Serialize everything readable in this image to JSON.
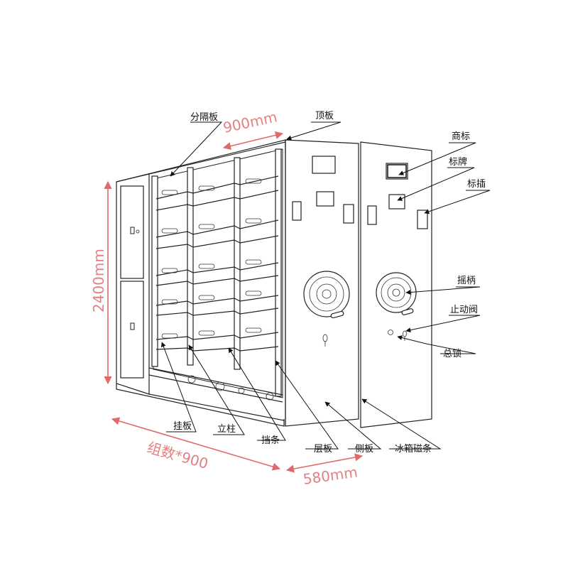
{
  "labels": {
    "divider": "分隔板",
    "top_panel": "顶板",
    "brand_logo": "商标",
    "nameplate": "标牌",
    "label_insert": "标插",
    "crank_handle": "摇柄",
    "stop_valve": "止动阀",
    "master_lock": "总锁",
    "hanging_plate": "挂板",
    "upright_post": "立柱",
    "retaining_strip": "挡条",
    "shelf_plate": "层板",
    "side_panel": "侧板",
    "magnetic_strip": "冰箱磁条"
  },
  "dimensions": {
    "width": "900mm",
    "height": "2400mm",
    "depth": "580mm",
    "group_count": "组数*900"
  },
  "colors": {
    "dimension": "#e58080",
    "line": "#222222",
    "background": "#ffffff"
  }
}
